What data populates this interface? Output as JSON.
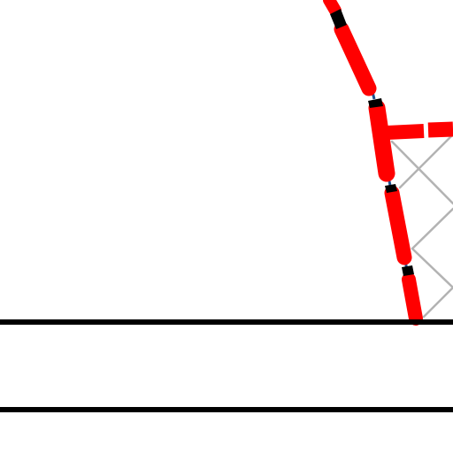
{
  "scene": {
    "background_color": "#ffffff",
    "ground_line_color": "#000000",
    "body_color": "#ff0000",
    "joint_color": "#000000",
    "axle_color": "#1f4e8c",
    "truss_color": "#b3b3b3"
  },
  "icons": {
    "limb_segment": "red-rounded-capsule",
    "joint": "black-hinge-block",
    "truss": "grey-cross-bracing"
  }
}
